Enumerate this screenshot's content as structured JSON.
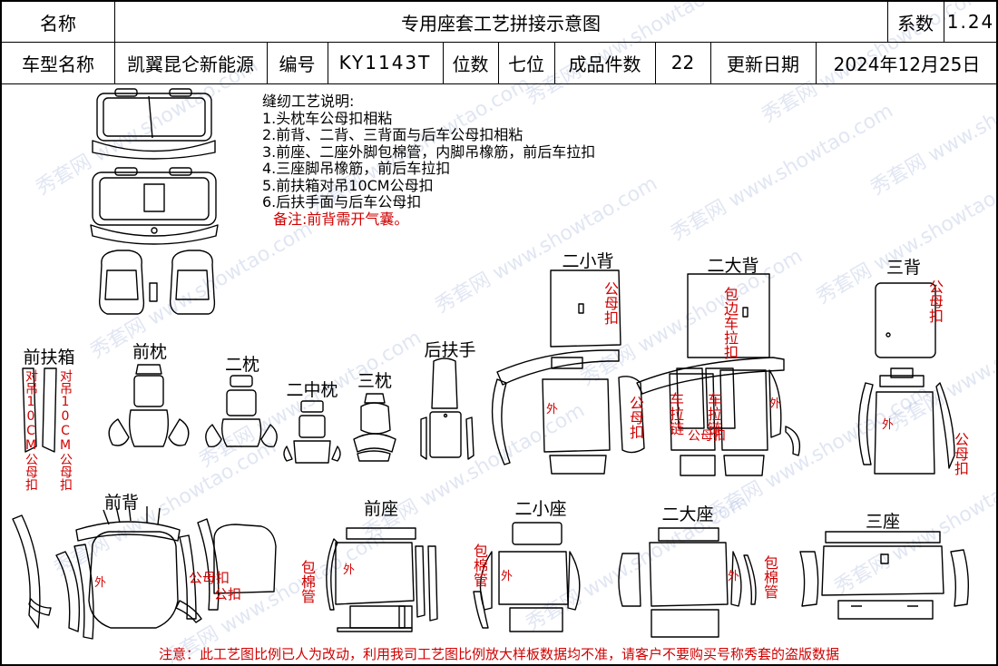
{
  "header": {
    "name_label": "名称",
    "title": "专用座套工艺拼接示意图",
    "coef_label": "系数",
    "coef_value": "1.24",
    "model_label": "车型名称",
    "model_value": "凯翼昆仑新能源",
    "code_label": "编号",
    "code_value": "KY1143T",
    "seats_label": "位数",
    "seats_value": "七位",
    "pieces_label": "成品件数",
    "pieces_value": "22",
    "update_label": "更新日期",
    "update_value": "2024年12月25日"
  },
  "notes": {
    "title": "缝纫工艺说明:",
    "items": [
      "1.头枕车公母扣相粘",
      "2.前背、二背、三背面与后车公母扣相粘",
      "3.前座、二座外脚包棉管，内脚吊橡筋，前后车拉扣",
      "4.三座脚吊橡筋，前后车拉扣",
      "5.前扶箱对吊10CM公母扣",
      "6.后扶手面与后车公母扣"
    ],
    "remark": "备注:前背需开气囊。"
  },
  "labels": {
    "er_xiao_bei": "二小背",
    "er_da_bei": "二大背",
    "san_bei": "三背",
    "qian_fu_xiang": "前扶箱",
    "qian_zhen": "前枕",
    "er_zhen": "二枕",
    "er_zhong_zhen": "二中枕",
    "san_zhen": "三枕",
    "hou_fu_shou": "后扶手",
    "qian_bei": "前背",
    "qian_zuo": "前座",
    "er_xiao_zuo": "二小座",
    "er_da_zuo": "二大座",
    "san_zuo": "三座"
  },
  "annotations": {
    "gong_mu_kou": "公母扣",
    "dui_diao_10cm": "对吊10CM公母扣",
    "bao_bian_che_la_kou": "包边车拉扣",
    "che_la_kou": "车拉链",
    "wai": "外",
    "bao_mian_guan": "包棉管",
    "gong_kou": "公扣"
  },
  "footer": "注意：此工艺图比例已人为改动，利用我司工艺图比例放大样板数据均不准，请客户不要购买号称秀套的盗版数据",
  "watermark": "秀套网 www.showtao.com",
  "colors": {
    "annotation": "#d00000",
    "line": "#000000",
    "watermark": "#8c9cd0"
  }
}
